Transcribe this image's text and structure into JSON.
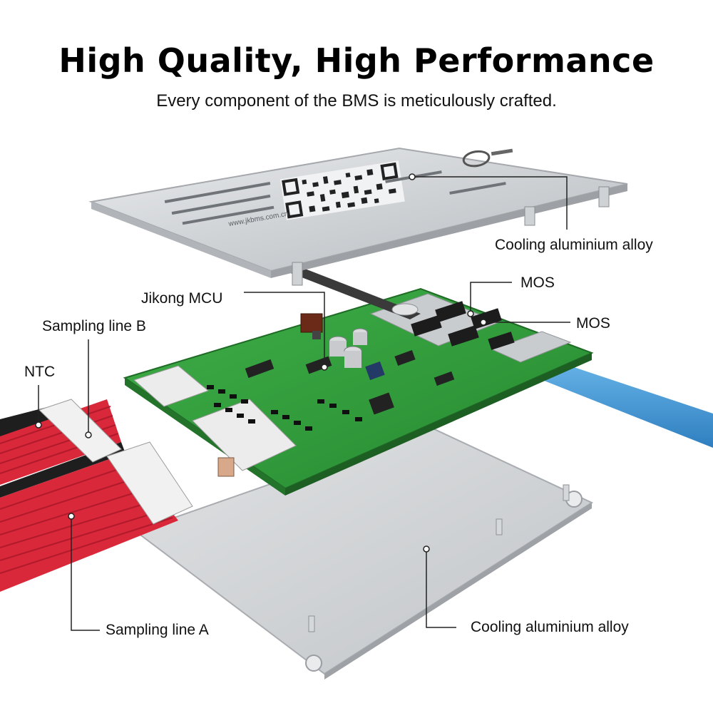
{
  "header": {
    "title": "High Quality, High Performance",
    "subtitle": "Every component of the BMS is meticulously crafted."
  },
  "callouts": {
    "cooling_top": "Cooling aluminium alloy",
    "mos_1": "MOS",
    "mos_2": "MOS",
    "mcu": "Jikong MCU",
    "sampling_b": "Sampling line B",
    "ntc": "NTC",
    "sampling_a": "Sampling line A",
    "cooling_bottom": "Cooling aluminium alloy"
  },
  "plate_top": {
    "url": "www.jkbms.com.cn"
  },
  "colors": {
    "pcb": "#2f9a3a",
    "aluminium": "#c9cccf",
    "red_wire": "#d8283a",
    "blue_cable": "#3a8fd0"
  }
}
